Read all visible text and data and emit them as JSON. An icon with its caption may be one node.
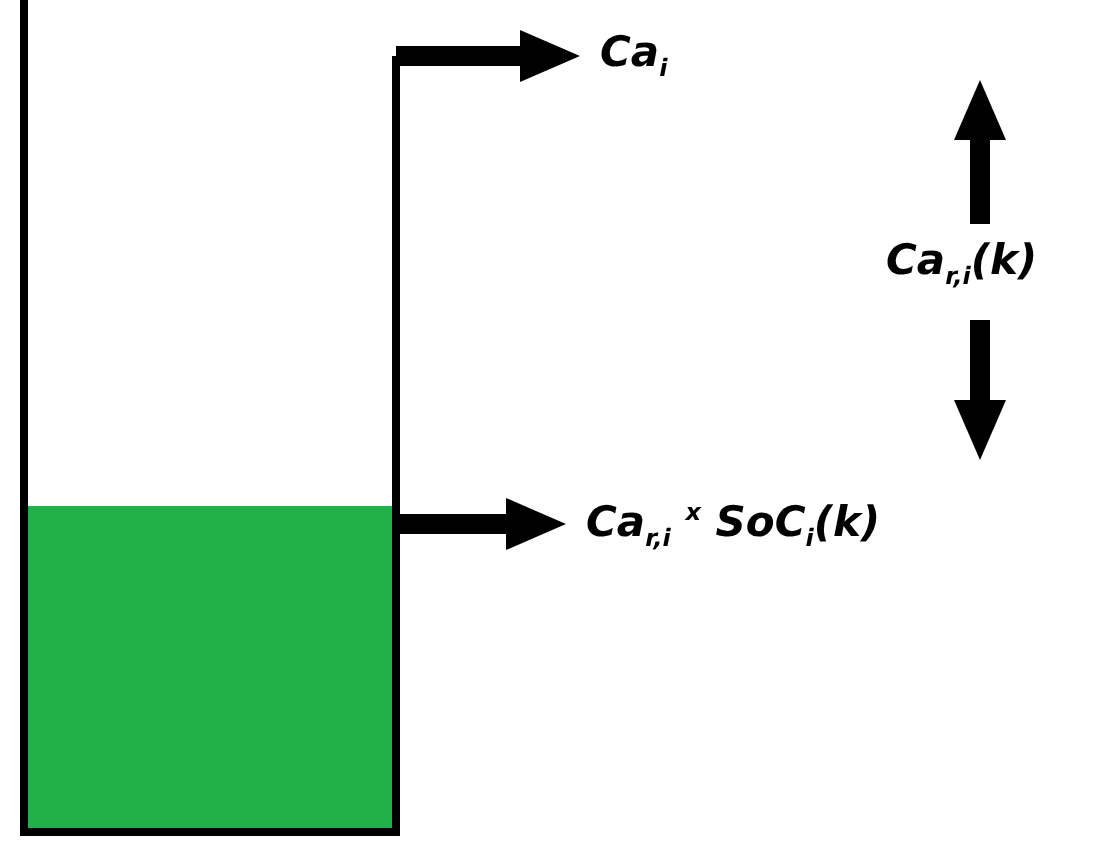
{
  "diagram": {
    "nodes": [
      {
        "text": [],
        "shape": "tank"
      },
      {
        "text": [],
        "shape": "box",
        "in": 0
      },
      {
        "text": [
          "Ca$_{i}$"
        ]
      },
      {
        "text": [
          "Ca$_{r,i}$ $^{x}$ SoC$_{i}$(k)"
        ]
      }
    ],
    "edges": [
      {
        "from": 0,
        "to": 2,
        "arrow": "to"
      },
      {
        "from": 1,
        "to": 3,
        "arrow": "to"
      }
    ],
    "labels": [
      "Ca$_{r,i}$(k)"
    ]
  }
}
